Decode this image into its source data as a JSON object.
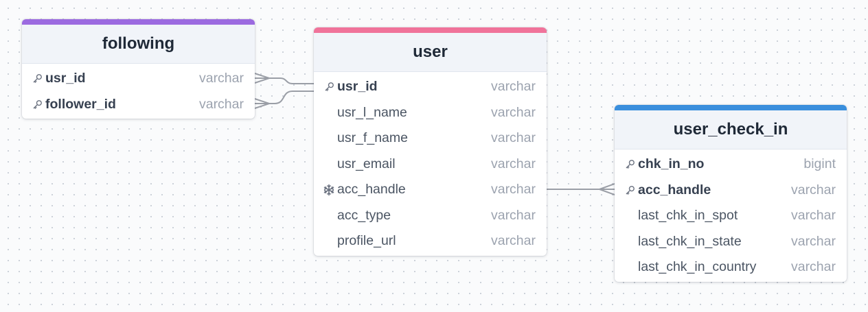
{
  "diagram": {
    "tables": [
      {
        "name": "following",
        "accent_color": "#9b6ae0",
        "fields": [
          {
            "name": "usr_id",
            "type": "varchar",
            "icon": "key-icon",
            "primary": true
          },
          {
            "name": "follower_id",
            "type": "varchar",
            "icon": "key-icon",
            "primary": true
          }
        ]
      },
      {
        "name": "user",
        "accent_color": "#f0739a",
        "fields": [
          {
            "name": "usr_id",
            "type": "varchar",
            "icon": "key-icon",
            "primary": true
          },
          {
            "name": "usr_l_name",
            "type": "varchar",
            "icon": "",
            "primary": false
          },
          {
            "name": "usr_f_name",
            "type": "varchar",
            "icon": "",
            "primary": false
          },
          {
            "name": "usr_email",
            "type": "varchar",
            "icon": "",
            "primary": false
          },
          {
            "name": "acc_handle",
            "type": "varchar",
            "icon": "unique-snowflake-icon",
            "primary": false
          },
          {
            "name": "acc_type",
            "type": "varchar",
            "icon": "",
            "primary": false
          },
          {
            "name": "profile_url",
            "type": "varchar",
            "icon": "",
            "primary": false
          }
        ]
      },
      {
        "name": "user_check_in",
        "accent_color": "#3a8fdd",
        "fields": [
          {
            "name": "chk_in_no",
            "type": "bigint",
            "icon": "key-icon",
            "primary": true
          },
          {
            "name": "acc_handle",
            "type": "varchar",
            "icon": "key-icon",
            "primary": true
          },
          {
            "name": "last_chk_in_spot",
            "type": "varchar",
            "icon": "",
            "primary": false
          },
          {
            "name": "last_chk_in_state",
            "type": "varchar",
            "icon": "",
            "primary": false
          },
          {
            "name": "last_chk_in_country",
            "type": "varchar",
            "icon": "",
            "primary": false
          }
        ]
      }
    ],
    "relationships": [
      {
        "from_table": "following",
        "from_field": "usr_id",
        "to_table": "user",
        "to_field": "usr_id",
        "cardinality": "many-to-one"
      },
      {
        "from_table": "following",
        "from_field": "follower_id",
        "to_table": "user",
        "to_field": "usr_id",
        "cardinality": "many-to-one"
      },
      {
        "from_table": "user_check_in",
        "from_field": "acc_handle",
        "to_table": "user",
        "to_field": "acc_handle",
        "cardinality": "many-to-one"
      }
    ],
    "connector_color": "#9a9ea6"
  }
}
